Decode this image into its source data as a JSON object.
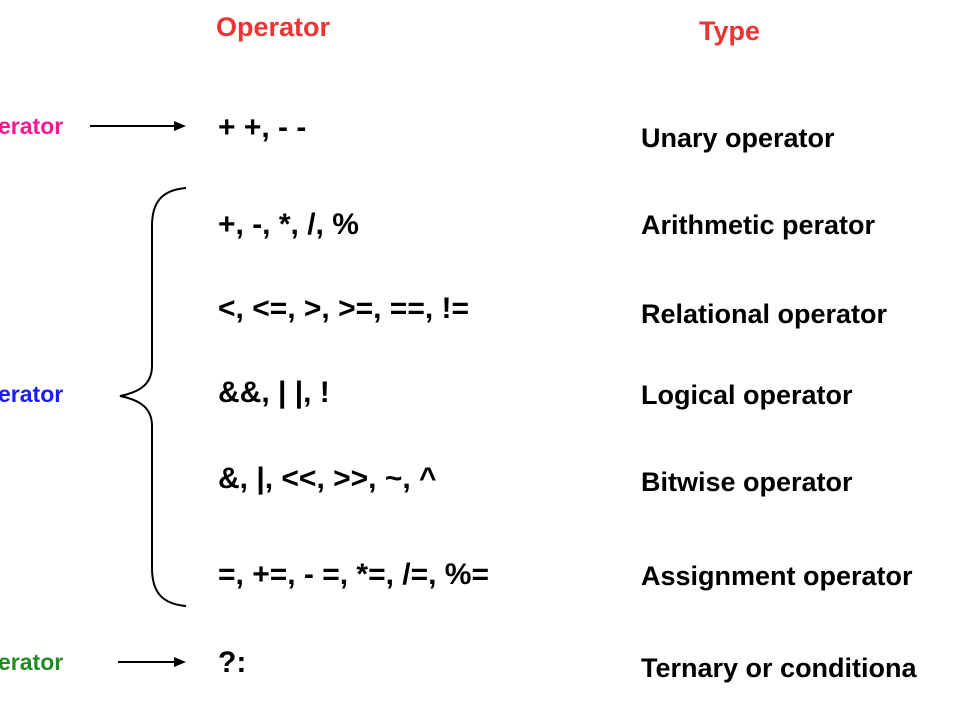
{
  "headers": {
    "operator": "Operator",
    "type": "Type"
  },
  "left_labels": {
    "unary": "erator",
    "binary": "erator",
    "ternary": "erator"
  },
  "rows": [
    {
      "operators": "+ +, - -",
      "type": "Unary operator"
    },
    {
      "operators": "+, -, *, /, %",
      "type": "Arithmetic perator"
    },
    {
      "operators": "<, <=, >, >=, ==, !=",
      "type": "Relational operator"
    },
    {
      "operators": "&&, | |, !",
      "type": "Logical operator"
    },
    {
      "operators": "&, |, <<, >>, ~, ^",
      "type": "Bitwise operator"
    },
    {
      "operators": "=, +=, - =,  *=,  /=, %=",
      "type": "Assignment operator"
    },
    {
      "operators": "?:",
      "type": "Ternary or conditiona"
    }
  ],
  "colors": {
    "header": "#ee3333",
    "unary_label": "#ff1493",
    "binary_label": "#1a1aff",
    "ternary_label": "#228b22",
    "text": "#000000"
  }
}
